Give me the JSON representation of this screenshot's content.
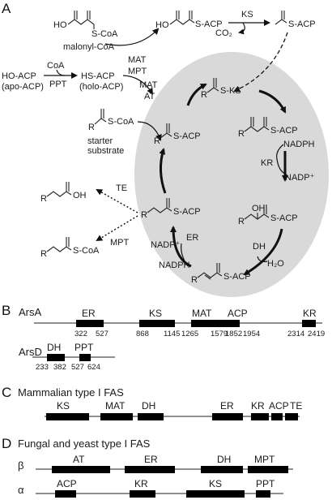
{
  "panels": {
    "a": "A",
    "b": "B",
    "c": "C",
    "d": "D"
  },
  "panelA": {
    "malonyl_top": "HO",
    "malonyl_scoa": "S-CoA",
    "malonyl_name": "malonyl-CoA",
    "malonyl_acp_ho": "HO",
    "malonyl_acp_s": "S-ACP",
    "ks_top": "KS",
    "co2": "CO₂",
    "acetyl_acp": "S-ACP",
    "mat_top": "MAT",
    "mpt_top": "MPT",
    "coa": "CoA",
    "ppt": "PPT",
    "ho_acp": "HO-ACP",
    "apo_acp": "(apo-ACP)",
    "hs_acp": "HS-ACP",
    "holo_acp": "(holo-ACP)",
    "mat_mid": "MAT",
    "at_mid": "AT",
    "starter_scoa": "S-CoA",
    "starter_r": "R",
    "starter_name_1": "starter",
    "starter_name_2": "substrate",
    "ks_acyl_r": "R",
    "ks_acyl_s": "S-KS",
    "keto_r": "R",
    "keto_s": "S-ACP",
    "nadph_1": "NADPH",
    "kr": "KR",
    "nadp_1": "NADP⁺",
    "hydroxy_r": "R",
    "hydroxy_oh": "OH",
    "hydroxy_s": "S-ACP",
    "dh": "DH",
    "h2o": "H₂O",
    "enoyl_r": "R",
    "enoyl_s": "S-ACP",
    "er": "ER",
    "nadp_2": "NADP⁺",
    "nadph_2": "NADPH",
    "acyl_r": "R",
    "acyl_s": "S-ACP",
    "left_acyl_r": "R",
    "left_acyl_s": "S-ACP",
    "te": "TE",
    "mpt": "MPT",
    "acid_r": "R",
    "acid_oh": "OH",
    "coa_prod_r": "R",
    "coa_prod_s": "S-CoA"
  },
  "panelB": {
    "arsA": {
      "name": "ArsA",
      "domains": [
        {
          "label": "ER",
          "start": "322",
          "end": "527"
        },
        {
          "label": "KS",
          "start": "868",
          "end": "1145"
        },
        {
          "label": "MAT",
          "start": "1265",
          "end": "1579"
        },
        {
          "label": "ACP",
          "start": "1852",
          "end": "1954"
        },
        {
          "label": "KR",
          "start": "2314",
          "end": "2419"
        }
      ]
    },
    "arsD": {
      "name": "ArsD",
      "domains": [
        {
          "label": "DH",
          "start": "233",
          "end": "382"
        },
        {
          "label": "PPT",
          "start": "527",
          "end": "624"
        }
      ]
    }
  },
  "panelC": {
    "title": "Mammalian type I FAS",
    "domains": [
      "KS",
      "MAT",
      "DH",
      "ER",
      "KR",
      "ACP",
      "TE"
    ]
  },
  "panelD": {
    "title": "Fungal and yeast type I FAS",
    "beta": {
      "name": "β",
      "domains": [
        "AT",
        "ER",
        "DH",
        "MPT"
      ]
    },
    "alpha": {
      "name": "α",
      "domains": [
        "ACP",
        "KR",
        "KS",
        "PPT"
      ]
    }
  }
}
